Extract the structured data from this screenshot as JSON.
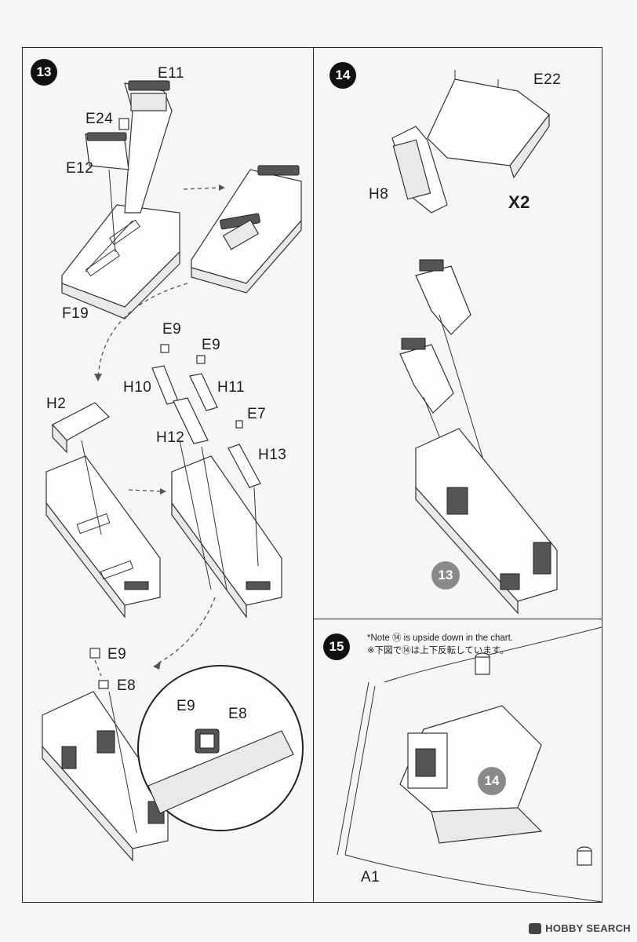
{
  "steps": {
    "s13": {
      "number": "13",
      "labels": {
        "e11": "E11",
        "e24": "E24",
        "e12": "E12",
        "f19": "F19",
        "e9a": "E9",
        "e9b": "E9",
        "h10": "H10",
        "h11": "H11",
        "h2": "H2",
        "e7": "E7",
        "h12": "H12",
        "h13": "H13",
        "e9c": "E9",
        "e8": "E8",
        "e9d": "E9",
        "e8b": "E8"
      }
    },
    "s14": {
      "number": "14",
      "labels": {
        "e22": "E22",
        "h8": "H8",
        "x2": "X2"
      },
      "ref_number": "13"
    },
    "s15": {
      "number": "15",
      "note_en": "*Note ⑭ is upside down in the chart.",
      "note_jp": "※下図で⑭は上下反転しています。",
      "ref_number": "14",
      "labels": {
        "a1": "A1"
      }
    }
  },
  "watermark": "HOBBY SEARCH"
}
